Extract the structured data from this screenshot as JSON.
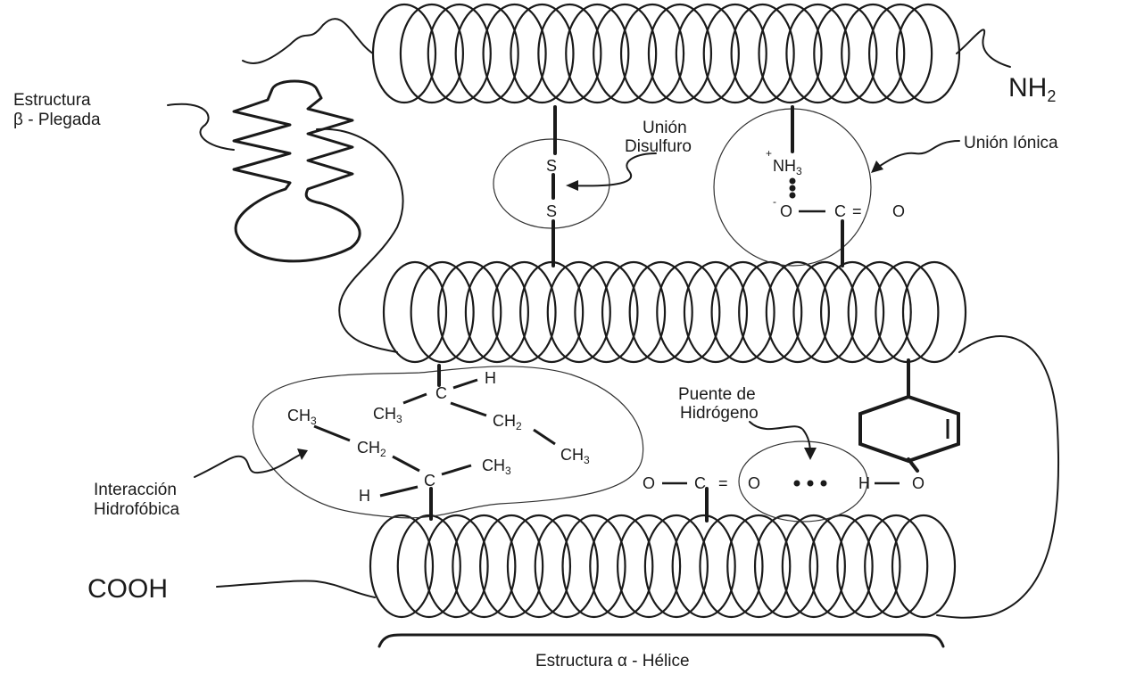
{
  "labels": {
    "beta_line1": "Estructura",
    "beta_line2": "β - Plegada",
    "nh2_main": "NH",
    "nh2_sub": "2",
    "disulfide_line1": "Unión",
    "disulfide_line2": "Disulfuro",
    "ionic": "Unión Iónica",
    "hydrogen_line1": "Puente de",
    "hydrogen_line2": "Hidrógeno",
    "hydrophobic_line1": "Interacción",
    "hydrophobic_line2": "Hidrofóbica",
    "cooh": "COOH",
    "alpha_prefix": "Estructura",
    "alpha_symbol": "α",
    "alpha_suffix": "- Hélice"
  },
  "chem": {
    "sulfur": "S",
    "nh3_charge": "+",
    "nh3_main": "NH",
    "nh3_sub": "3",
    "ion_o_minus": "-",
    "o": "O",
    "c": "C",
    "h": "H",
    "ch3_main": "CH",
    "ch3_sub": "3",
    "ch2_main": "CH",
    "ch2_sub": "2",
    "double_bond": "="
  },
  "colors": {
    "ink": "#1a1a1a",
    "background": "#ffffff"
  }
}
